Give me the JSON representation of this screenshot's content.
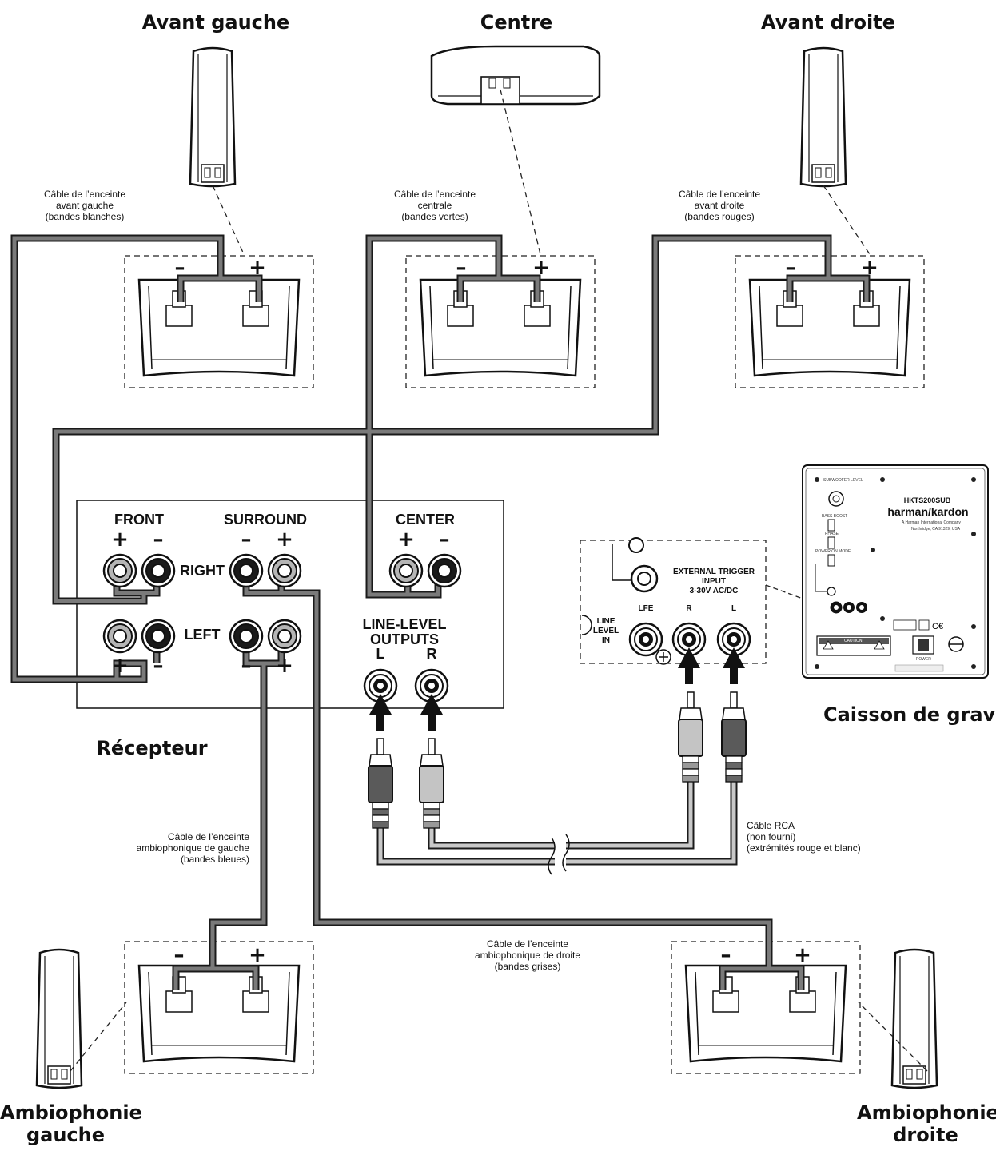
{
  "titles": {
    "front_left": "Avant gauche",
    "center": "Centre",
    "front_right": "Avant droite",
    "subwoofer": "Caisson de graves",
    "receiver": "Récepteur",
    "surround_left": [
      "Ambiophonie",
      "gauche"
    ],
    "surround_right": [
      "Ambiophonie",
      "droite"
    ]
  },
  "cable_notes": {
    "front_left": [
      "Câble de l’enceinte",
      "avant gauche",
      "(bandes blanches)"
    ],
    "center": [
      "Câble de l’enceinte",
      "centrale",
      "(bandes vertes)"
    ],
    "front_right": [
      "Câble de l’enceinte",
      "avant droite",
      "(bandes rouges)"
    ],
    "surround_left": [
      "Câble de l’enceinte",
      "ambiophonique de gauche",
      "(bandes bleues)"
    ],
    "surround_right": [
      "Câble de l’enceinte",
      "ambiophonique de droite",
      "(bandes grises)"
    ],
    "rca": [
      "Câble RCA",
      "(non fourni)",
      "(extrémités rouge et blanc)"
    ]
  },
  "receiver_panel": {
    "front": "FRONT",
    "surround": "SURROUND",
    "center": "CENTER",
    "right": "RIGHT",
    "left": "LEFT",
    "line_level_outputs": [
      "LINE-LEVEL",
      "OUTPUTS"
    ],
    "out_l": "L",
    "out_r": "R",
    "plus": "+",
    "minus": "–"
  },
  "sub_panel": {
    "external_trigger": [
      "EXTERNAL TRIGGER",
      "INPUT",
      "3-30V AC/DC"
    ],
    "line_level_in": [
      "LINE",
      "LEVEL",
      "IN"
    ],
    "lfe": "LFE",
    "r": "R",
    "l": "L"
  },
  "sub_back": {
    "model": "HKTS200SUB",
    "brand": "harman/kardon",
    "company": "A Harman International Company",
    "address": "Northridge, CA 91329, USA",
    "level": "SUBWOOFER LEVEL",
    "bass_boost": "BASS BOOST",
    "phase": "PHASE",
    "power_on_mode": "POWER ON MODE",
    "caution": "CAUTION",
    "power": "POWER"
  },
  "colors": {
    "cable_fill": "#7a7a7a",
    "cable_outline": "#1a1a1a",
    "rca_light": "#c4c4c4",
    "rca_dark": "#5a5a5a"
  }
}
